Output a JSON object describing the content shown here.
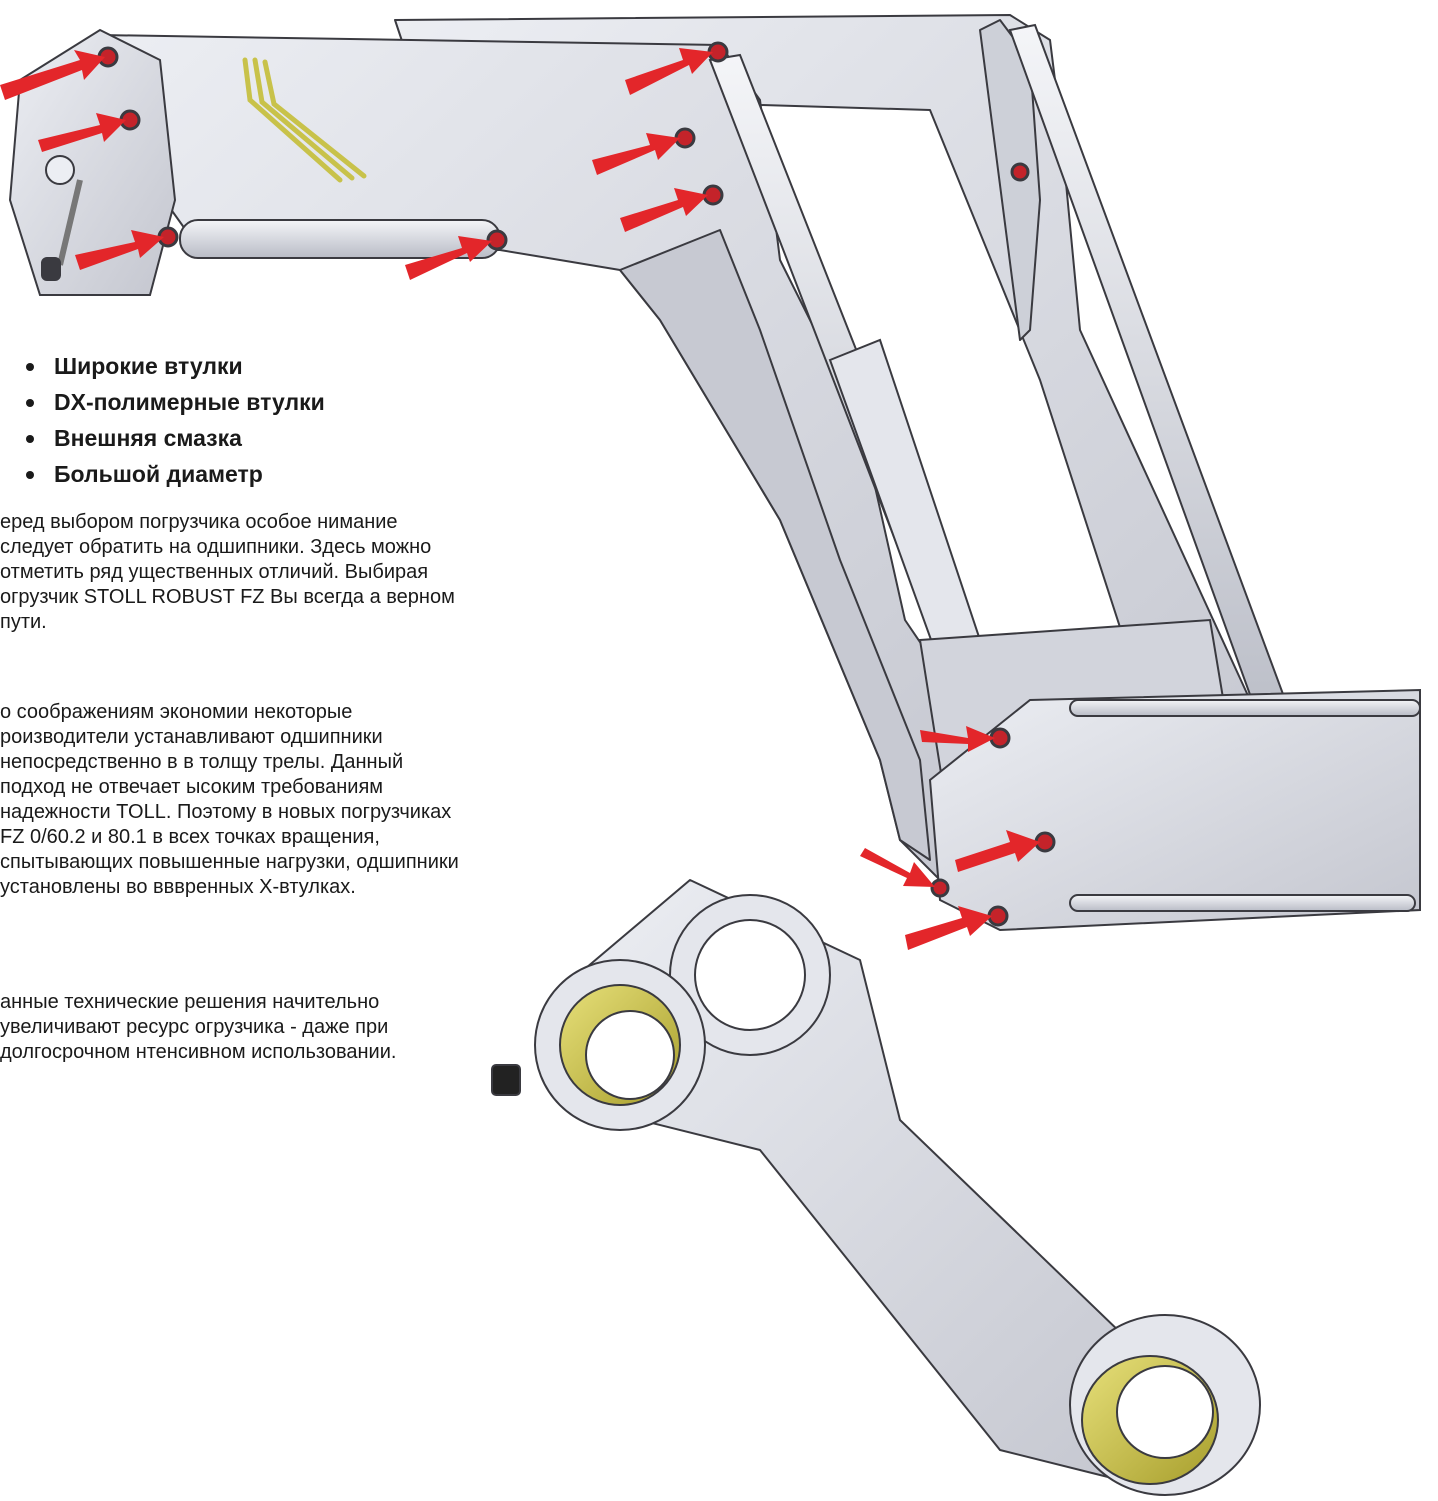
{
  "features": [
    "Широкие втулки",
    "DX-полимерные втулки",
    "Внешняя смазка",
    "Большой диаметр"
  ],
  "paragraphs": [
    "еред выбором погрузчика особое нимание следует обратить на одшипники. Здесь можно отметить ряд ущественных отличий. Выбирая огрузчик STOLL ROBUST FZ Вы всегда а верном пути.",
    "о соображениям экономии некоторые роизводители устанавливают одшипники непосредственно в в толщу трелы. Данный подход не отвечает ысоким требованиям надежности TOLL. Поэтому в новых погрузчиках FZ 0/60.2 и 80.1 в всех точках вращения, спытывающих повышенные нагрузки, одшипники установлены во вввренных X-втулках.",
    "анные технические решения начительно увеличивают ресурс огрузчика - даже при долгосрочном нтенсивном использовании."
  ],
  "colors": {
    "steel": "#d8d9e0",
    "steel_dark": "#9ea1ab",
    "outline": "#3a3a40",
    "arrow": "#e3262a",
    "pin": "#c4232a",
    "bushing": "#c9c14a",
    "hydraulic": "#d6d05a"
  }
}
